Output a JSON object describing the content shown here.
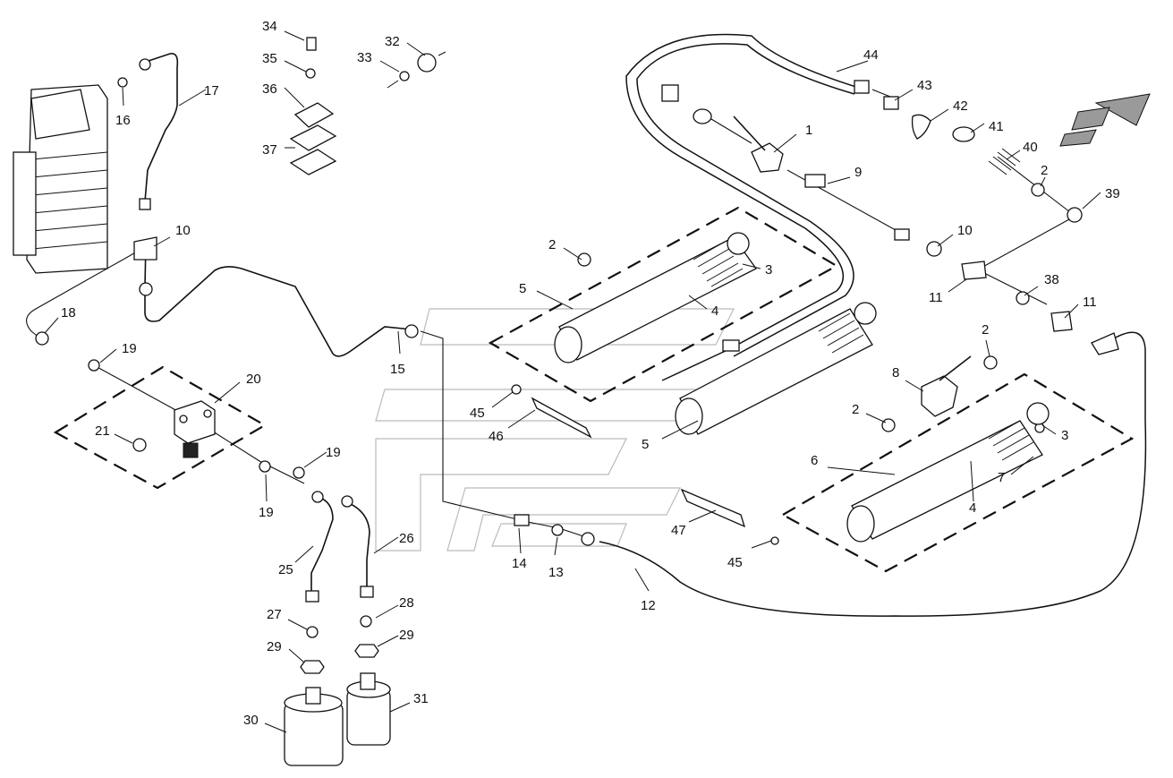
{
  "callouts": [
    {
      "id": "c1",
      "text": "1"
    },
    {
      "id": "c2a",
      "text": "2"
    },
    {
      "id": "c2b",
      "text": "2"
    },
    {
      "id": "c2c",
      "text": "2"
    },
    {
      "id": "c2d",
      "text": "2"
    },
    {
      "id": "c3a",
      "text": "3"
    },
    {
      "id": "c3b",
      "text": "3"
    },
    {
      "id": "c4a",
      "text": "4"
    },
    {
      "id": "c4b",
      "text": "4"
    },
    {
      "id": "c5a",
      "text": "5"
    },
    {
      "id": "c5b",
      "text": "5"
    },
    {
      "id": "c6",
      "text": "6"
    },
    {
      "id": "c7",
      "text": "7"
    },
    {
      "id": "c8",
      "text": "8"
    },
    {
      "id": "c9",
      "text": "9"
    },
    {
      "id": "c10a",
      "text": "10"
    },
    {
      "id": "c10b",
      "text": "10"
    },
    {
      "id": "c11a",
      "text": "11"
    },
    {
      "id": "c11b",
      "text": "11"
    },
    {
      "id": "c12",
      "text": "12"
    },
    {
      "id": "c13",
      "text": "13"
    },
    {
      "id": "c14",
      "text": "14"
    },
    {
      "id": "c15",
      "text": "15"
    },
    {
      "id": "c16",
      "text": "16"
    },
    {
      "id": "c17",
      "text": "17"
    },
    {
      "id": "c18",
      "text": "18"
    },
    {
      "id": "c19a",
      "text": "19"
    },
    {
      "id": "c19b",
      "text": "19"
    },
    {
      "id": "c19c",
      "text": "19"
    },
    {
      "id": "c20",
      "text": "20"
    },
    {
      "id": "c21",
      "text": "21"
    },
    {
      "id": "c25",
      "text": "25"
    },
    {
      "id": "c26",
      "text": "26"
    },
    {
      "id": "c27",
      "text": "27"
    },
    {
      "id": "c28",
      "text": "28"
    },
    {
      "id": "c29a",
      "text": "29"
    },
    {
      "id": "c29b",
      "text": "29"
    },
    {
      "id": "c30",
      "text": "30"
    },
    {
      "id": "c31",
      "text": "31"
    },
    {
      "id": "c32",
      "text": "32"
    },
    {
      "id": "c33",
      "text": "33"
    },
    {
      "id": "c34",
      "text": "34"
    },
    {
      "id": "c35",
      "text": "35"
    },
    {
      "id": "c36",
      "text": "36"
    },
    {
      "id": "c37",
      "text": "37"
    },
    {
      "id": "c38",
      "text": "38"
    },
    {
      "id": "c39",
      "text": "39"
    },
    {
      "id": "c40",
      "text": "40"
    },
    {
      "id": "c41",
      "text": "41"
    },
    {
      "id": "c42",
      "text": "42"
    },
    {
      "id": "c43",
      "text": "43"
    },
    {
      "id": "c44",
      "text": "44"
    },
    {
      "id": "c45a",
      "text": "45"
    },
    {
      "id": "c45b",
      "text": "45"
    },
    {
      "id": "c46",
      "text": "46"
    },
    {
      "id": "c47",
      "text": "47"
    }
  ],
  "colors": {
    "line": "#111111",
    "background": "#ffffff",
    "watermark": "#bbbbbb",
    "arrow_fill": "#9a9a9a"
  }
}
